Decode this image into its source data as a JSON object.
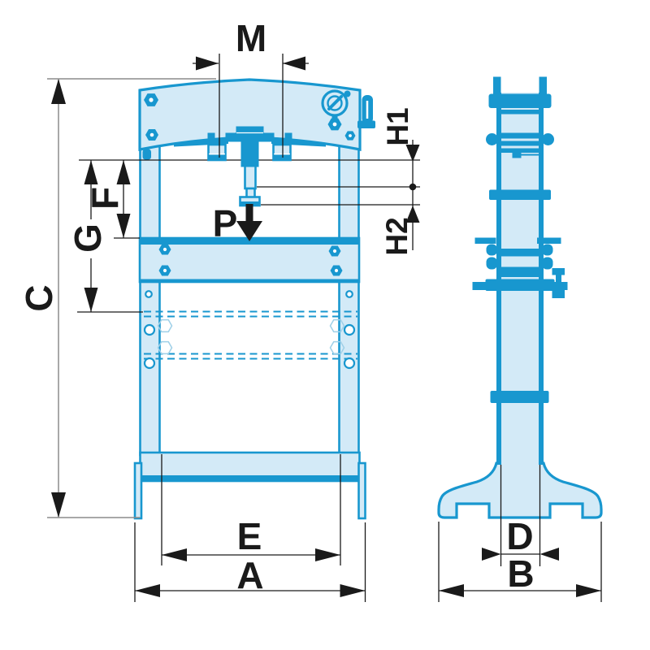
{
  "diagram": {
    "kind": "technical-dimension-drawing",
    "subject": "hydraulic workshop press, front and side elevation with dimension callouts"
  },
  "labels": {
    "m": "M",
    "c": "C",
    "f": "F",
    "g": "G",
    "p": "P",
    "h1": "H1",
    "h2": "H2",
    "e": "E",
    "a": "A",
    "d": "D",
    "b": "B"
  },
  "colors": {
    "outline_blue": "#1897cf",
    "fill_blue": "#d3eaf7",
    "dim_black": "#1a1a1a",
    "overall_dim_gray": "#8c8c8c",
    "ghost_blue": "#9fd0e8",
    "white": "#ffffff"
  }
}
